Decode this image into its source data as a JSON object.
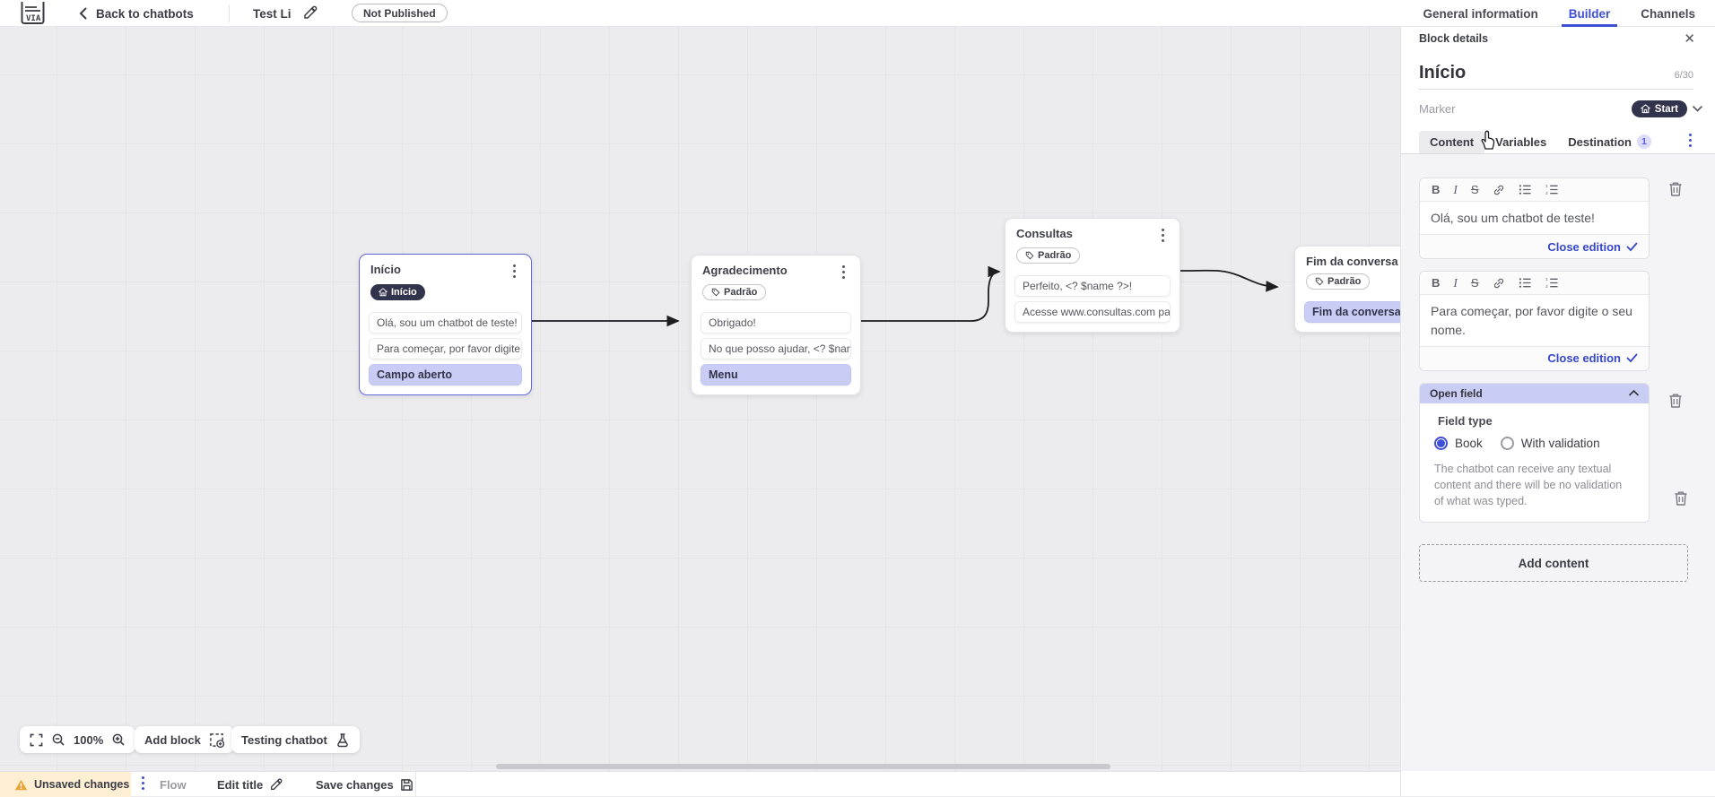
{
  "header": {
    "back_label": "Back to chatbots",
    "title": "Test Li",
    "status_badge": "Not Published",
    "tabs": [
      {
        "label": "General information",
        "active": false
      },
      {
        "label": "Builder",
        "active": true
      },
      {
        "label": "Channels",
        "active": false
      }
    ]
  },
  "canvas": {
    "blocks": [
      {
        "title": "Início",
        "marker": "Início",
        "items": [
          "Olá, sou um chatbot de teste!",
          "Para começar, por favor digite o ...",
          "Campo aberto"
        ]
      },
      {
        "title": "Agradecimento",
        "badge": "Padrão",
        "items": [
          "Obrigado!",
          "No que posso ajudar, <? $name ...",
          "Menu"
        ]
      },
      {
        "title": "Consultas",
        "badge": "Padrão",
        "items": [
          "Perfeito, <? $name ?>!",
          "Acesse www.consultas.com par..."
        ]
      },
      {
        "title": "Fim da conversa",
        "badge": "Padrão",
        "items": [
          "Fim da conversa"
        ]
      }
    ],
    "controls": {
      "zoom_level": "100%",
      "add_block": "Add block",
      "testing": "Testing chatbot"
    }
  },
  "panel": {
    "header": "Block details",
    "name_value": "Início",
    "counter": "6/30",
    "marker_label": "Marker",
    "marker_value": "Start",
    "tabs": [
      {
        "label": "Content"
      },
      {
        "label": "Variables"
      },
      {
        "label": "Destination",
        "badge": "1"
      }
    ],
    "toolbar": {
      "bold": "B",
      "italic": "I",
      "strike": "S"
    },
    "editors": [
      {
        "text": "Olá, sou um chatbot de teste!",
        "close_label": "Close edition"
      },
      {
        "text": "Para começar, por favor digite o seu nome.",
        "close_label": "Close edition"
      }
    ],
    "open_field": {
      "title": "Open field",
      "field_type_label": "Field type",
      "options": [
        {
          "label": "Book",
          "selected": true
        },
        {
          "label": "With validation",
          "selected": false
        }
      ],
      "help": "The chatbot can receive any textual content and there will be no validation of what was typed."
    },
    "add_content": "Add content"
  },
  "footer": {
    "unsaved": "Unsaved changes",
    "flow": "Flow",
    "edit_title": "Edit title",
    "save": "Save changes"
  },
  "colors": {
    "accent": "#3e4fd8",
    "dark_pill": "#32334d",
    "lavender": "#c9cdf5",
    "warning_bg": "#fcefd2",
    "warning_icon": "#e9a63c"
  }
}
